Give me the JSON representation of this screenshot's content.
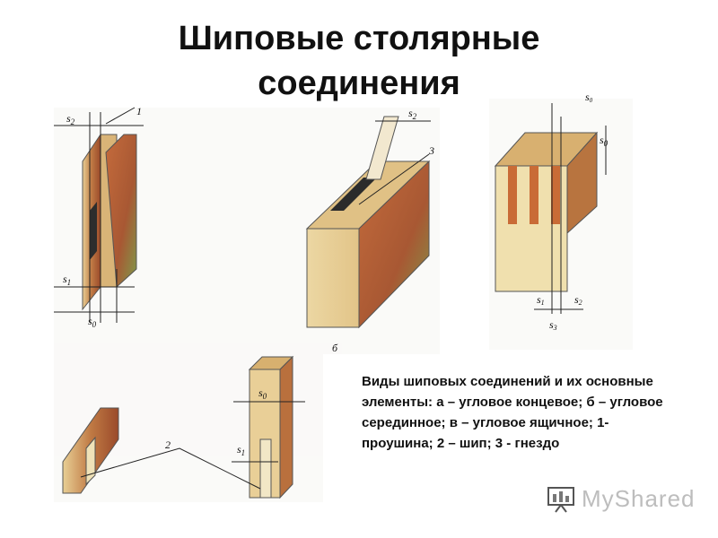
{
  "title": {
    "line1": "Шиповые столярные",
    "line2": "соединения"
  },
  "caption": "Виды шиповых соединений и их основные элементы: а – угловое концевое; б – угловое серединное; в – угловое ящичное; 1- проушина; 2 – шип; 3 - гнездо",
  "figure_labels": {
    "s2_a": "s",
    "s2_a_sub": "2",
    "num1": "1",
    "s1_a": "s",
    "s1_a_sub": "1",
    "s0_a": "s",
    "s0_a_sub": "0",
    "s2_b": "s",
    "s2_b_sub": "2",
    "num3": "3",
    "b_letter": "б",
    "s0_c": "s",
    "s0_c_sub": "0",
    "s1_c": "s",
    "s1_c_sub": "1",
    "s2_c": "s",
    "s2_c_sub": "2",
    "s3_c": "s",
    "s3_c_sub": "3",
    "s0_d": "s",
    "s0_d_sub": "0",
    "s1_d": "s",
    "s1_d_sub": "1",
    "num2": "2",
    "s0_top_c": "s",
    "s0_top_c_sub": "0"
  },
  "logo": {
    "text": "MyShared",
    "icon": "presentation-board-icon"
  },
  "colors": {
    "wood_light": "#e9d29a",
    "wood_dark": "#b8643a",
    "wood_mid": "#c98a4c",
    "scan_bg": "#ecebe6"
  }
}
